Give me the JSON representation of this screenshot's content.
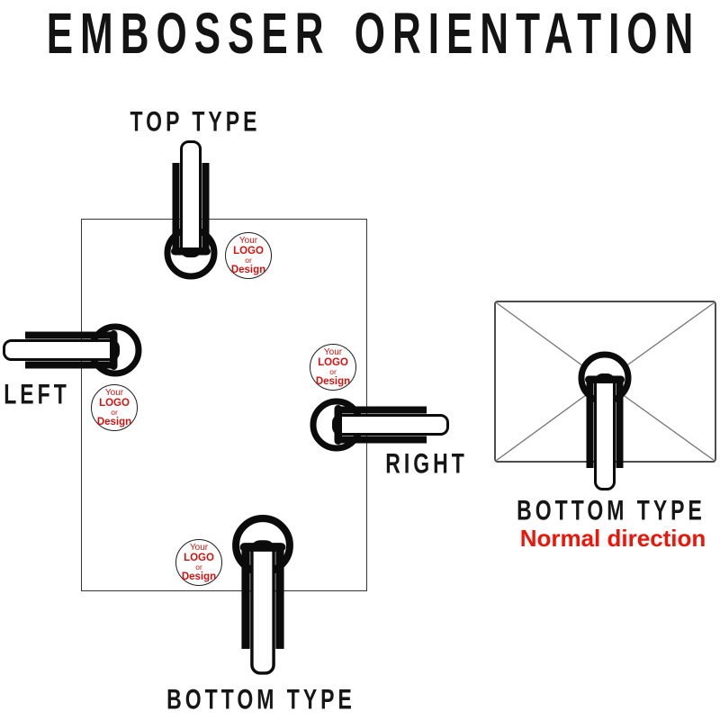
{
  "title": "EMBOSSER ORIENTATION",
  "colors": {
    "ink": "#131313",
    "badge_red": "#cf1310",
    "accent_red": "#ee1408",
    "outline_gray": "#363636"
  },
  "badge": {
    "line1": "Your",
    "line2": "LOGO",
    "line3": "or",
    "line4": "Design"
  },
  "paper": {
    "labels": {
      "top": "TOP TYPE",
      "left": "LEFT",
      "right": "RIGHT",
      "bottom": "BOTTOM TYPE"
    }
  },
  "envelope": {
    "label": "BOTTOM TYPE",
    "sublabel": "Normal direction"
  }
}
